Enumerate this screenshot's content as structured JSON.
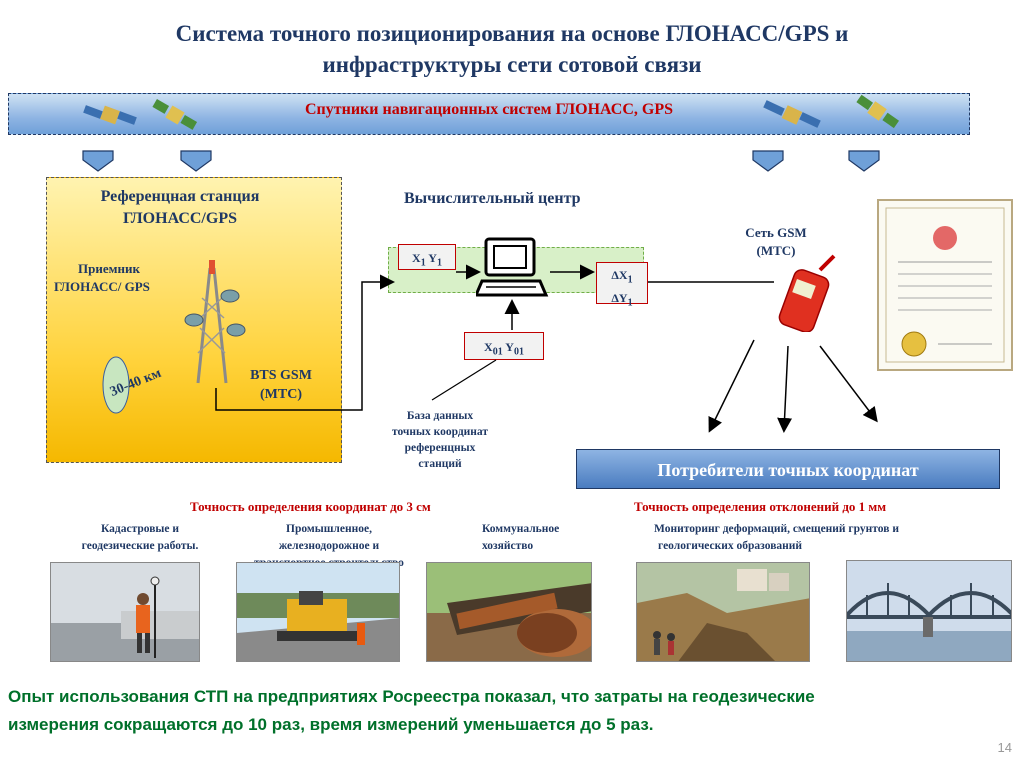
{
  "slide": {
    "title_line1": "Система точного позиционирования на основе ГЛОНАСС/GPS и",
    "title_line2": "инфраструктуры сети сотовой связи",
    "satellites_banner": "Спутники  навигационных систем ГЛОНАСС, GPS",
    "ref_station_line1": "Референцная станция",
    "ref_station_line2": "ГЛОНАСС/GPS",
    "receiver_line1": "Приемник",
    "receiver_line2": "ГЛОНАСС/ GPS",
    "range_label": "30-40 км",
    "bts_line1": "BTS GSM",
    "bts_line2": "(МТС)",
    "computing_center": "Вычислительный центр",
    "xy_main": "X",
    "xy_sub1": "1",
    "xy_y": "Y",
    "xy_sub2": "1",
    "delta_x": "ΔX",
    "delta_x_sub": "1",
    "delta_y": "ΔY",
    "delta_y_sub": "1",
    "x01": "X",
    "x01_sub": "01",
    "y01": "Y",
    "y01_sub": "01",
    "database_line1": "База данных",
    "database_line2": "точных координат",
    "database_line3": "референцных",
    "database_line4": "станций",
    "gsm_line1": "Сеть GSM",
    "gsm_line2": "(МТС)",
    "consumers": "Потребители точных координат",
    "accuracy_left": "Точность определения координат до 3 см",
    "accuracy_right": "Точность определения отклонений до 1 мм",
    "cat1_line1": "Кадастровые и",
    "cat1_line2": "геодезические  работы.",
    "cat2_line1": "Промышленное,",
    "cat2_line2": "железнодорожное и",
    "cat2_line3": "транспортное строительство",
    "cat3_line1": "Коммунальное",
    "cat3_line2": "хозяйство",
    "cat4_line1": "Мониторинг деформаций,  смещений грунтов и",
    "cat4_line2": "геологических образований",
    "conclusion_line1": "Опыт использования СТП на предприятиях Росреестра показал, что затраты на геодезические",
    "conclusion_line2": "измерения сокращаются до 10 раз,  время измерений уменьшается до 5 раз.",
    "page_number": "14"
  },
  "colors": {
    "title": "#1f3864",
    "accent_red": "#c00000",
    "conclusion_green": "#00702a"
  }
}
